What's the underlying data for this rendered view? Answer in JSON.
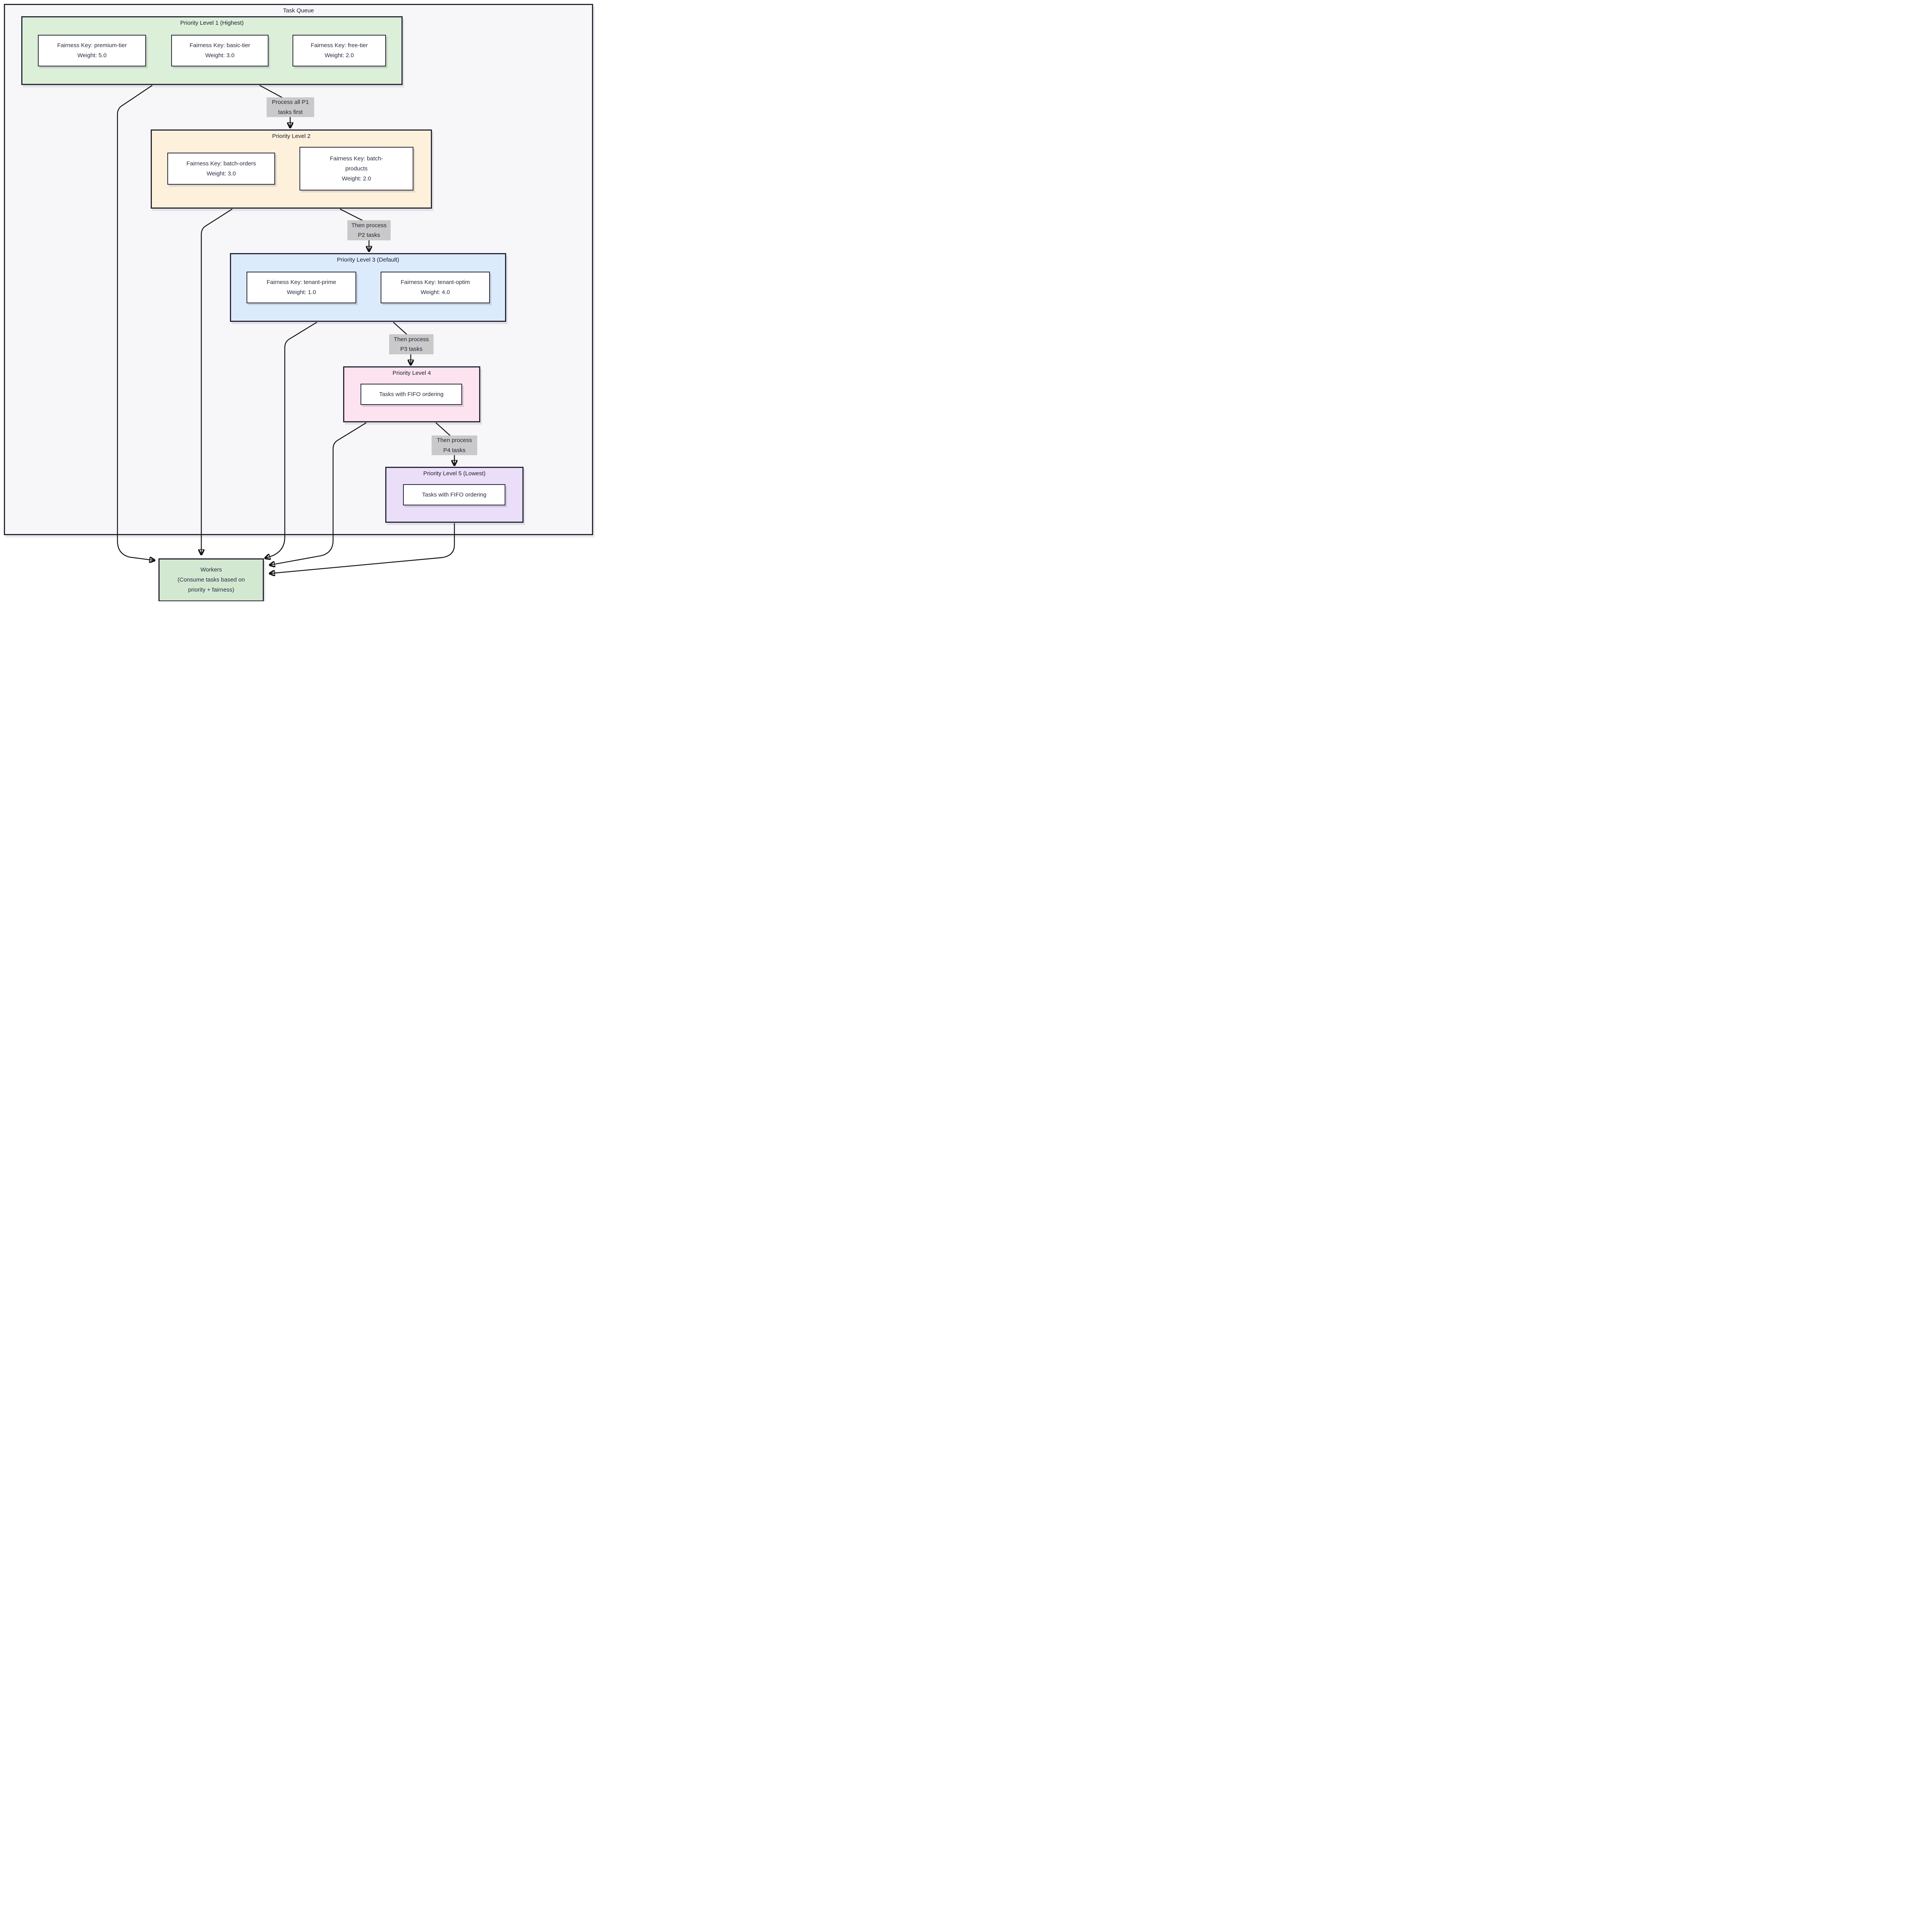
{
  "title": "Task Queue",
  "colors": {
    "page_bg": "#ffffff",
    "queue_bg": "#f7f7fa",
    "border": "#272738",
    "arrow": "#141414",
    "edge_label_bg": "#c9c9c9",
    "p1_bg": "#dcefd8",
    "p2_bg": "#fdf1dc",
    "p3_bg": "#dcebfc",
    "p4_bg": "#fce3ef",
    "p5_bg": "#eadef8",
    "workers_bg": "#d3e8d1",
    "node_bg": "#ffffff",
    "text": "#2b2b42"
  },
  "levels": [
    {
      "title": "Priority Level 1 (Highest)",
      "items": [
        {
          "lines": [
            "Fairness Key: premium-tier",
            "Weight: 5.0"
          ]
        },
        {
          "lines": [
            "Fairness Key: basic-tier",
            "Weight: 3.0"
          ]
        },
        {
          "lines": [
            "Fairness Key: free-tier",
            "Weight: 2.0"
          ]
        }
      ]
    },
    {
      "title": "Priority Level 2",
      "items": [
        {
          "lines": [
            "Fairness Key: batch-orders",
            "Weight: 3.0"
          ]
        },
        {
          "lines": [
            "Fairness Key: batch-",
            "products",
            "Weight: 2.0"
          ]
        }
      ]
    },
    {
      "title": "Priority Level 3 (Default)",
      "items": [
        {
          "lines": [
            "Fairness Key: tenant-prime",
            "Weight: 1.0"
          ]
        },
        {
          "lines": [
            "Fairness Key: tenant-optim",
            "Weight: 4.0"
          ]
        }
      ]
    },
    {
      "title": "Priority Level 4",
      "items": [
        {
          "lines": [
            "Tasks with FIFO ordering"
          ]
        }
      ]
    },
    {
      "title": "Priority Level 5 (Lowest)",
      "items": [
        {
          "lines": [
            "Tasks with FIFO ordering"
          ]
        }
      ]
    }
  ],
  "edge_labels": [
    {
      "lines": [
        "Process all P1",
        "tasks first"
      ]
    },
    {
      "lines": [
        "Then process",
        "P2 tasks"
      ]
    },
    {
      "lines": [
        "Then process",
        "P3 tasks"
      ]
    },
    {
      "lines": [
        "Then process",
        "P4 tasks"
      ]
    }
  ],
  "workers": {
    "lines": [
      "Workers",
      "(Consume tasks based on",
      "priority + fairness)"
    ]
  }
}
